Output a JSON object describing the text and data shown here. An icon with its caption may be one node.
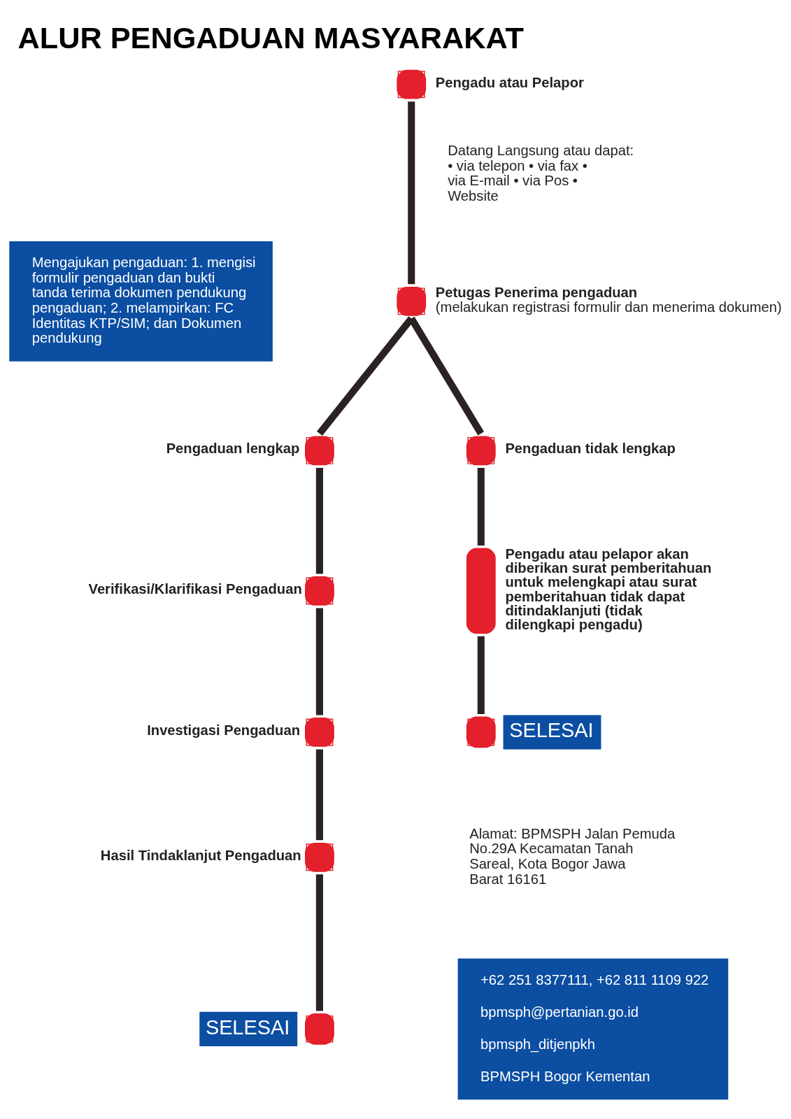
{
  "diagram": {
    "title": "ALUR PENGADUAN MASYARAKAT",
    "nodes": [
      {
        "text": [
          "Pengadu atau Pelapor"
        ]
      },
      {
        "text": [
          "Mengajukan pengaduan: 1. mengisi formulir pengaduan dan bukti tanda terima dokumen pendukung pengaduan; 2. melampirkan: FC Identitas KTP/SIM; dan Dokumen pendukung"
        ]
      },
      {
        "text": [
          "Petugas Penerima pengaduan",
          "(melakukan registrasi formulir dan menerima dokumen)"
        ]
      },
      {
        "text": [
          "Pengaduan lengkap"
        ]
      },
      {
        "text": [
          "Pengaduan tidak lengkap"
        ]
      },
      {
        "text": [
          "Verifikasi/Klarifikasi Pengaduan"
        ]
      },
      {
        "text": [
          "Pengadu atau pelapor akan diberikan surat pemberitahuan untuk melengkapi atau surat pemberitahuan tidak dapat ditindaklanjuti (tidak dilengkapi pengadu)"
        ]
      },
      {
        "text": [
          "Investigasi Pengaduan"
        ]
      },
      {
        "text": [
          "SELESAI"
        ]
      },
      {
        "text": [
          "Hasil Tindaklanjut Pengaduan"
        ]
      },
      {
        "text": [
          "SELESAI"
        ]
      },
      {
        "text": [
          "+62 251 8377111, +62 811 1109 922",
          "bpmsph@pertanian.go.id",
          "bpmsph_ditjenpkh",
          "BPMSPH Bogor Kementan"
        ]
      }
    ],
    "edges": [
      {
        "from": 0,
        "to": 2,
        "arrow": "none",
        "label": "Datang Langsung atau dapat: • via telepon • via fax • via E-mail • via Pos • Website"
      },
      {
        "from": 2,
        "to": 3,
        "arrow": "none"
      },
      {
        "from": 2,
        "to": 4,
        "arrow": "none"
      },
      {
        "from": 3,
        "to": 5,
        "arrow": "none"
      },
      {
        "from": 5,
        "to": 7,
        "arrow": "none"
      },
      {
        "from": 7,
        "to": 9,
        "arrow": "none"
      },
      {
        "from": 9,
        "to": 10,
        "arrow": "none"
      },
      {
        "from": 4,
        "to": 6,
        "arrow": "none"
      },
      {
        "from": 6,
        "to": 8,
        "arrow": "none"
      }
    ],
    "labels": [
      "Alamat: BPMSPH Jalan Pemuda No.29A Kecamatan Tanah Sareal, Kota Bogor Jawa Barat 16161"
    ]
  }
}
